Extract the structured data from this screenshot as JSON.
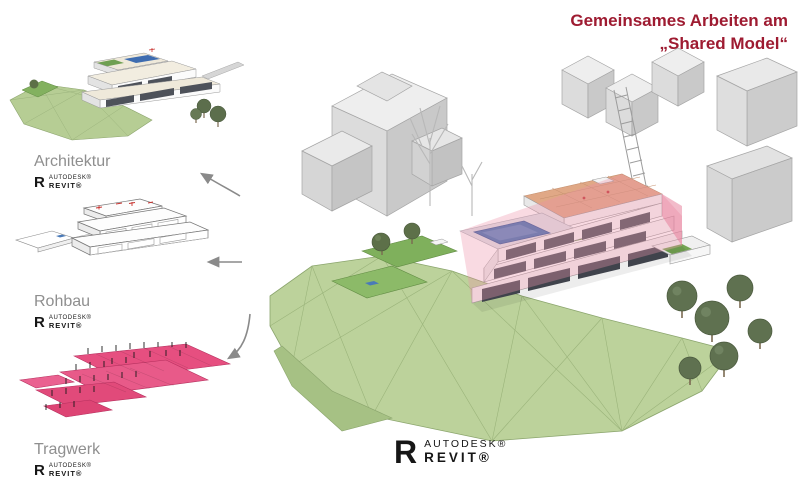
{
  "title": {
    "line1": "Gemeinsames Arbeiten am",
    "line2": "„Shared Model“"
  },
  "models": [
    {
      "id": "architektur",
      "label": "Architektur"
    },
    {
      "id": "rohbau",
      "label": "Rohbau"
    },
    {
      "id": "tragwerk",
      "label": "Tragwerk"
    }
  ],
  "revit_logo": {
    "letter": "R",
    "brand": "AUTODESK®",
    "product": "REVIT®"
  },
  "icons": {
    "revit_r": "revit-r-icon",
    "arrows": "flow-arrow-icon"
  },
  "colors": {
    "title_red": "#9e1b31",
    "label_grey": "#8f8f8f",
    "terrain_green": "#bcd29b",
    "terrace_green": "#7fb05c",
    "pool_blue": "#4273b2",
    "building_pink": "#ec8ea8",
    "tragwerk_magenta": "#e64f80",
    "context_grey": "#d9d9d9",
    "rebar_red": "#c8322e",
    "logo_black": "#161616"
  }
}
